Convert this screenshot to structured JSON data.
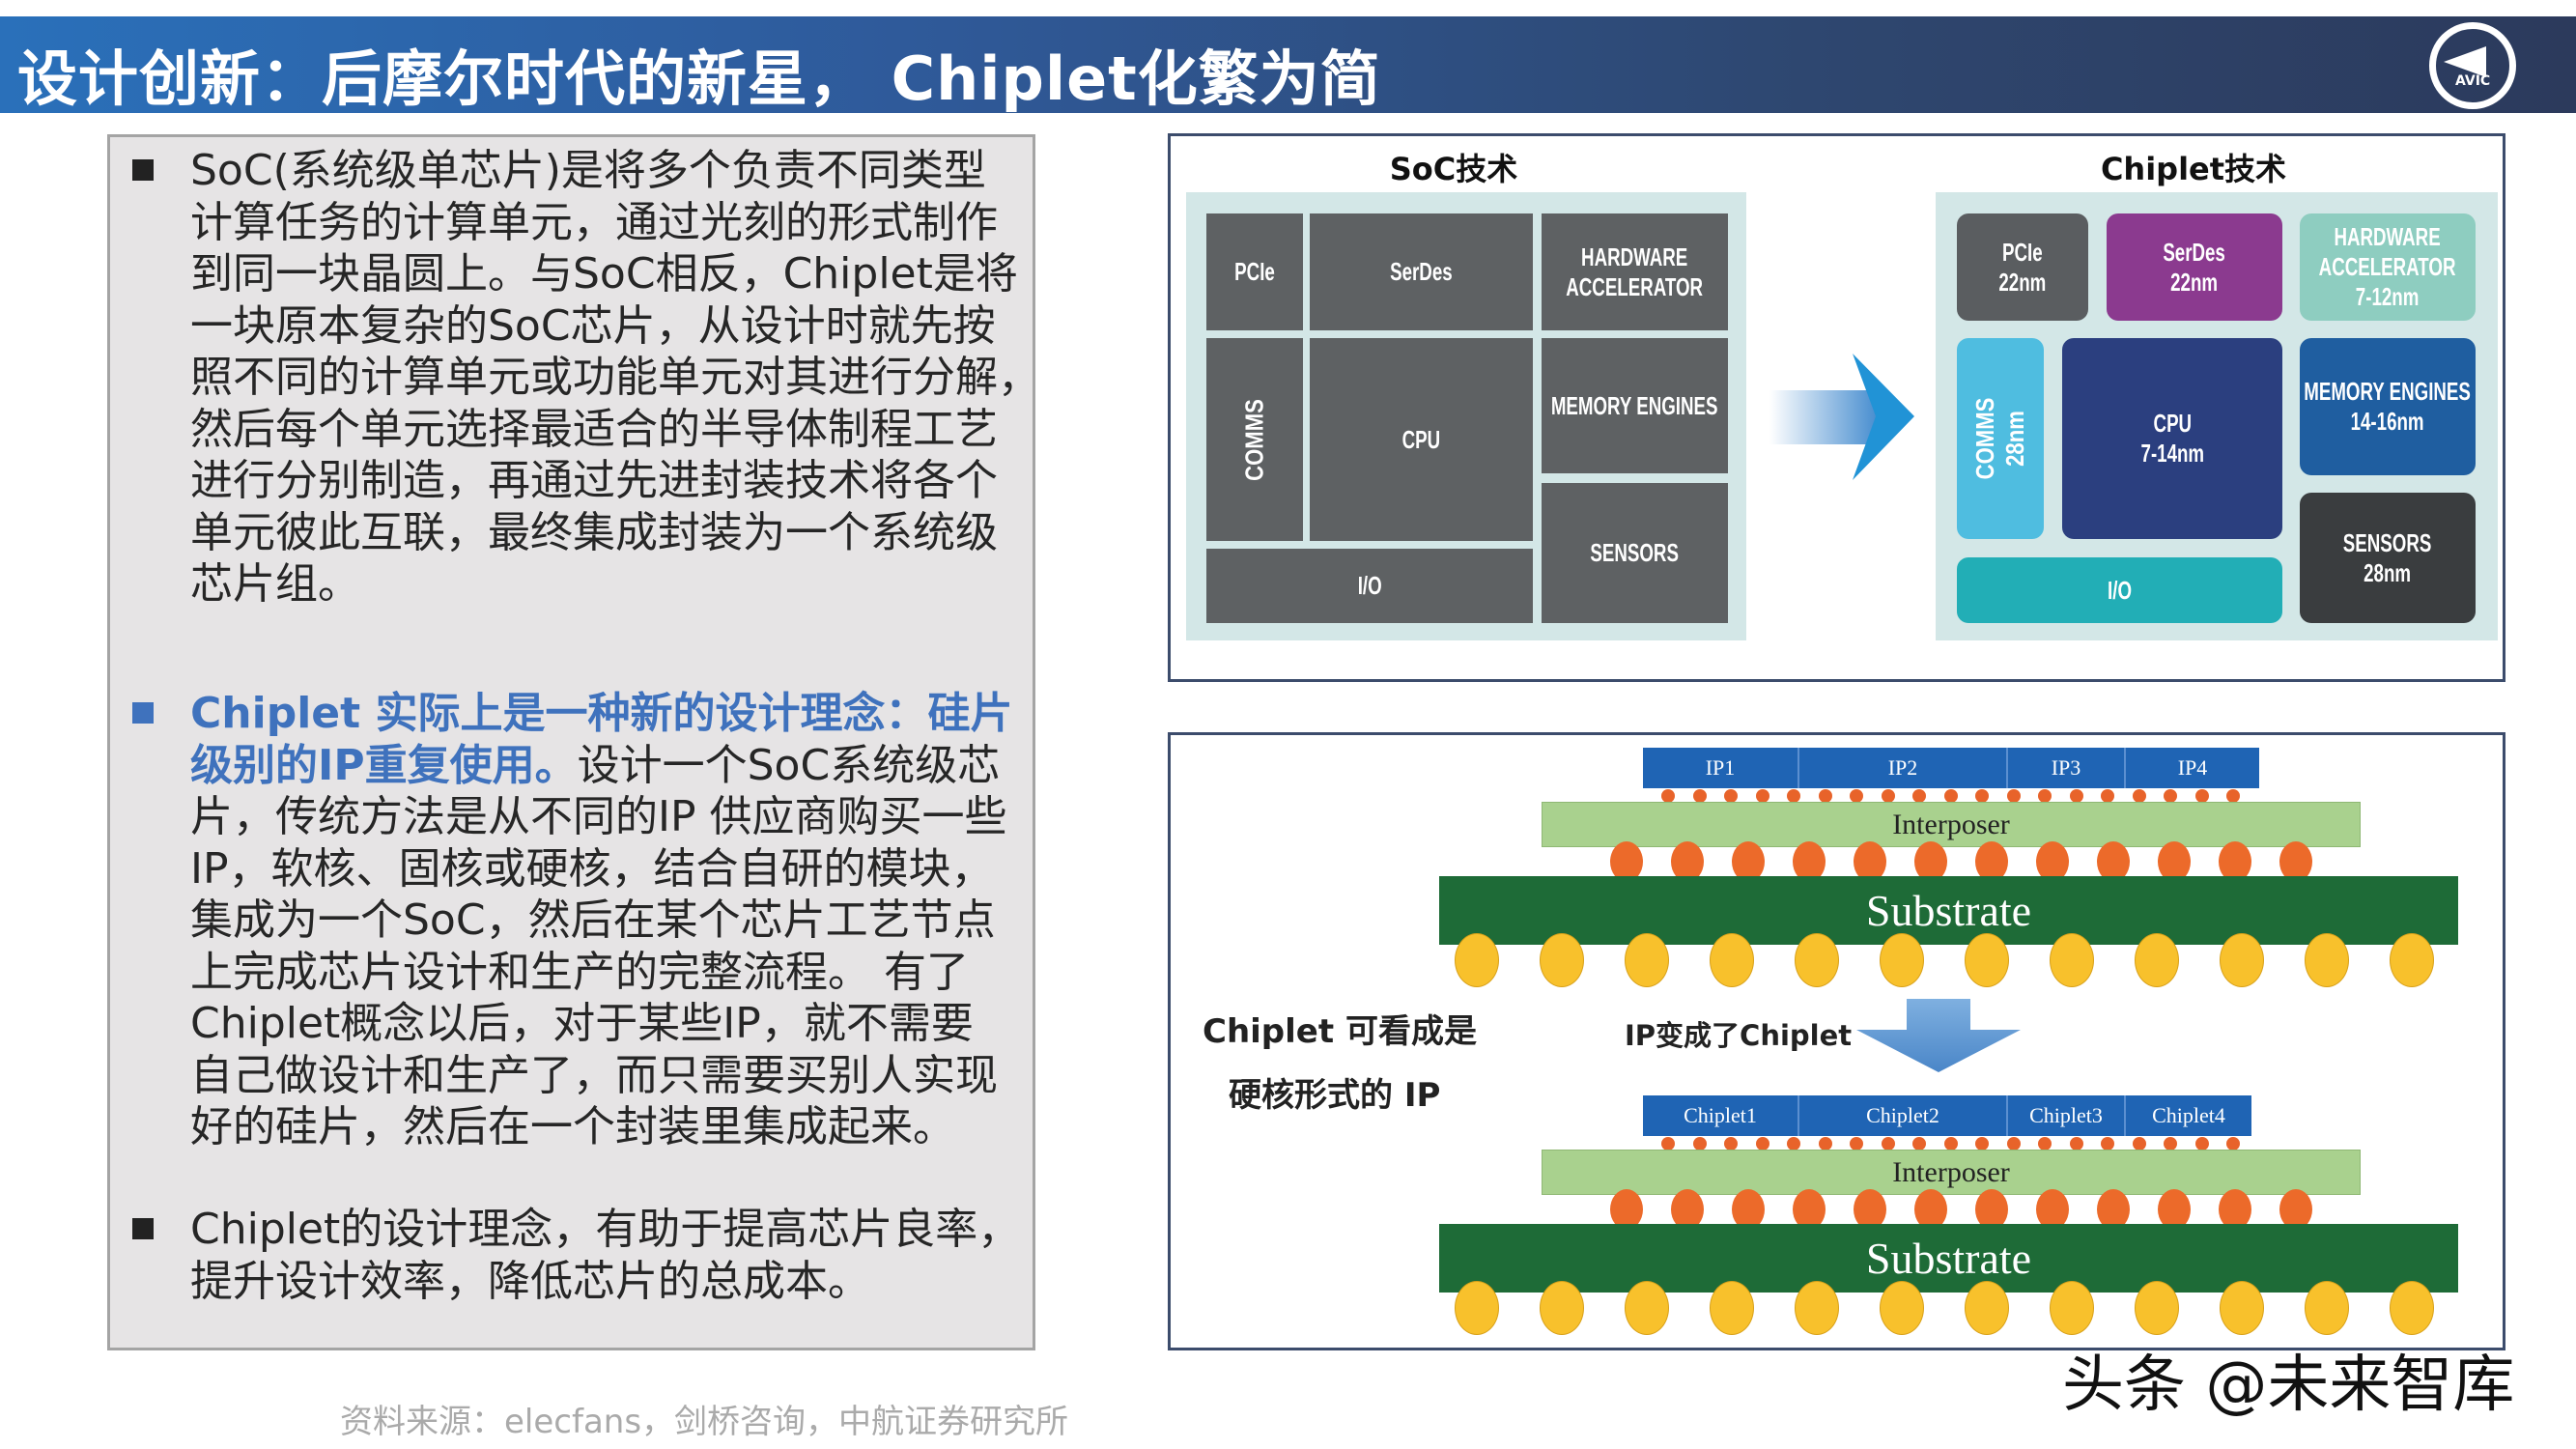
{
  "header": {
    "title": "设计创新：后摩尔时代的新星， Chiplet化繁为简",
    "logo_text": "AVIC"
  },
  "left": {
    "p1_lines": [
      "SoC(系统级单芯片)是将多个负责不同类型",
      "计算任务的计算单元，通过光刻的形式制作",
      "到同一块晶圆上。与SoC相反，Chiplet是将",
      "一块原本复杂的SoC芯片，从设计时就先按",
      "照不同的计算单元或功能单元对其进行分解，",
      "然后每个单元选择最适合的半导体制程工艺",
      "进行分别制造，再通过先进封装技术将各个",
      "单元彼此互联，最终集成封装为一个系统级",
      "芯片组。"
    ],
    "p2_hl_line1": "Chiplet 实际上是一种新的设计理念：硅片",
    "p2_hl_line2": "级别的IP重复使用。",
    "p2_line2_rest": "设计一个SoC系统级芯",
    "p2_lines": [
      "片，传统方法是从不同的IP 供应商购买一些",
      "IP，软核、固核或硬核，结合自研的模块，",
      "集成为一个SoC，然后在某个芯片工艺节点",
      "上完成芯片设计和生产的完整流程。 有了",
      "Chiplet概念以后，对于某些IP，就不需要",
      "自己做设计和生产了，而只需要买别人实现",
      "好的硅片，然后在一个封装里集成起来。"
    ],
    "p3_lines": [
      "Chiplet的设计理念，有助于提高芯片良率，",
      "提升设计效率，降低芯片的总成本。"
    ]
  },
  "source": "资料来源：elecfans，剑桥咨询，中航证券研究所",
  "soc": {
    "title": "SoC技术",
    "blocks": {
      "pcie": "PCIe",
      "serdes": "SerDes",
      "hw": "HARDWARE ACCELERATOR",
      "comms": "COMMS",
      "cpu": "CPU",
      "mem": "MEMORY ENGINES",
      "sensors": "SENSORS",
      "io": "I/O"
    }
  },
  "chiplet": {
    "title": "Chiplet技术",
    "blocks": {
      "pcie": {
        "name": "PCIe",
        "node": "22nm",
        "color": "#5a5d60"
      },
      "serdes": {
        "name": "SerDes",
        "node": "22nm",
        "color": "#8b3a8f"
      },
      "hw": {
        "name": "HARDWARE ACCELERATOR",
        "node": "7-12nm",
        "color": "#8ecdc0"
      },
      "comms": {
        "name": "COMMS",
        "node": "28nm",
        "color": "#4fbde0"
      },
      "cpu": {
        "name": "CPU",
        "node": "7-14nm",
        "color": "#2b3f7f"
      },
      "mem": {
        "name": "MEMORY ENGINES",
        "node": "14-16nm",
        "color": "#1f5ea0"
      },
      "sensors": {
        "name": "SENSORS",
        "node": "28nm",
        "color": "#3a3d3f"
      },
      "io": {
        "name": "I/O",
        "node": "",
        "color": "#22aeb6"
      }
    }
  },
  "package": {
    "top_ips": [
      "IP1",
      "IP2",
      "IP3",
      "IP4"
    ],
    "bottom_chiplets": [
      "Chiplet1",
      "Chiplet2",
      "Chiplet3",
      "Chiplet4"
    ],
    "interposer": "Interposer",
    "substrate": "Substrate",
    "note_line1": "Chiplet 可看成是",
    "note_line2": "硬核形式的 IP",
    "arrow_label": "IP变成了Chiplet",
    "micro_bumps": 19,
    "c4_bumps": 12,
    "bga_balls": 12
  },
  "watermark": "头条 @未来智库"
}
